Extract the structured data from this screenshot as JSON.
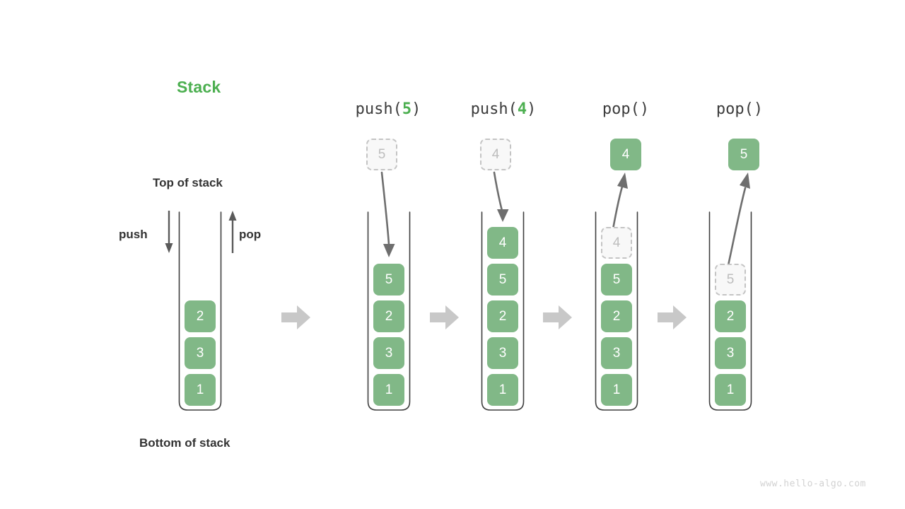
{
  "figure": {
    "title": "Stack",
    "top_label": "Top of stack",
    "bottom_label": "Bottom of stack",
    "push_label": "push",
    "pop_label": "pop",
    "watermark": "www.hello-algo.com"
  },
  "colors": {
    "accent_green": "#4caf50",
    "element_fill": "#81b887",
    "element_text": "#ffffff",
    "ghost_fill": "#f8f8f8",
    "ghost_border": "#c4c4c4",
    "ghost_text": "#bdbdbd",
    "container_stroke": "#444444",
    "arrow_gray": "#6e6e6e",
    "chevron_gray": "#c8c8c8",
    "label_dark": "#333333",
    "watermark_gray": "#d2d2d2"
  },
  "initial_stack": {
    "elements": [
      "2",
      "3",
      "1"
    ]
  },
  "steps": [
    {
      "header_prefix": "push(",
      "header_arg": "5",
      "header_suffix": ")",
      "floating": {
        "value": "5",
        "style": "ghost"
      },
      "flow": "down",
      "stack": [
        {
          "value": "5",
          "style": "solid"
        },
        {
          "value": "2",
          "style": "solid"
        },
        {
          "value": "3",
          "style": "solid"
        },
        {
          "value": "1",
          "style": "solid"
        }
      ]
    },
    {
      "header_prefix": "push(",
      "header_arg": "4",
      "header_suffix": ")",
      "floating": {
        "value": "4",
        "style": "ghost"
      },
      "flow": "down",
      "stack": [
        {
          "value": "4",
          "style": "solid"
        },
        {
          "value": "5",
          "style": "solid"
        },
        {
          "value": "2",
          "style": "solid"
        },
        {
          "value": "3",
          "style": "solid"
        },
        {
          "value": "1",
          "style": "solid"
        }
      ]
    },
    {
      "header_prefix": "pop(",
      "header_arg": "",
      "header_suffix": ")",
      "floating": {
        "value": "4",
        "style": "solid"
      },
      "flow": "up",
      "stack": [
        {
          "value": "4",
          "style": "ghost"
        },
        {
          "value": "5",
          "style": "solid"
        },
        {
          "value": "2",
          "style": "solid"
        },
        {
          "value": "3",
          "style": "solid"
        },
        {
          "value": "1",
          "style": "solid"
        }
      ]
    },
    {
      "header_prefix": "pop(",
      "header_arg": "",
      "header_suffix": ")",
      "floating": {
        "value": "5",
        "style": "solid"
      },
      "flow": "up",
      "stack": [
        {
          "value": "5",
          "style": "ghost"
        },
        {
          "value": "2",
          "style": "solid"
        },
        {
          "value": "3",
          "style": "solid"
        },
        {
          "value": "1",
          "style": "solid"
        }
      ]
    }
  ],
  "transition_arrows": 4
}
